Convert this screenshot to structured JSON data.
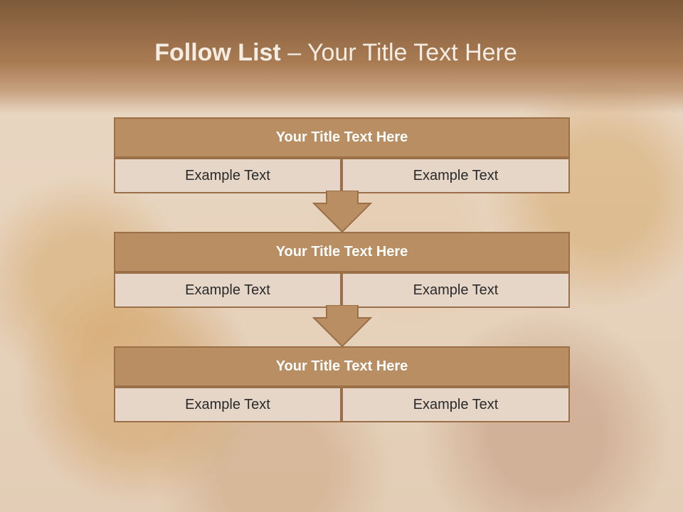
{
  "slide": {
    "title_bold": "Follow List",
    "title_rest": " – Your Title Text Here",
    "blocks": [
      {
        "header": "Your Title Text Here",
        "left": "Example Text",
        "right": "Example Text"
      },
      {
        "header": "Your Title Text Here",
        "left": "Example Text",
        "right": "Example Text"
      },
      {
        "header": "Your Title Text Here",
        "left": "Example Text",
        "right": "Example Text"
      }
    ]
  },
  "colors": {
    "header_band": "#a97b52",
    "box_fill": "#b98e62",
    "box_border": "#9b6f48",
    "cell_fill": "#e6d6c8"
  }
}
